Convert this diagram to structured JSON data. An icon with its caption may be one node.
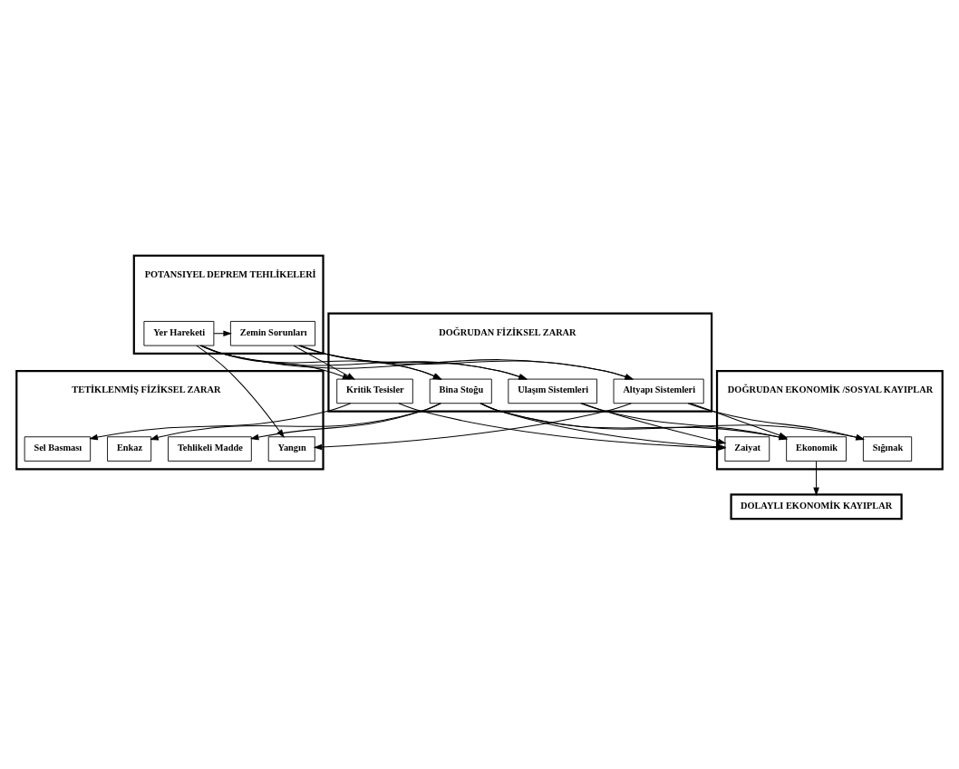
{
  "diagram": {
    "nodes": [
      {
        "text": [
          "POTANSIYEL DEPREM TEHLİKELERİ"
        ]
      },
      {
        "text": [
          "Yer Hareketi"
        ],
        "in": 0
      },
      {
        "text": [
          "Zemin Sorunları"
        ],
        "in": 0
      },
      {
        "text": [
          "DOĞRUDAN FİZİKSEL ZARAR"
        ]
      },
      {
        "text": [
          "Bina Stoğu"
        ],
        "in": 3
      },
      {
        "text": [
          "Kritik Tesisler"
        ],
        "in": 3
      },
      {
        "text": [
          "Ulaşım Sistemleri"
        ],
        "in": 3
      },
      {
        "text": [
          "Altyapı Sistemleri"
        ],
        "in": 3
      },
      {
        "text": [
          "TETİKLENMİŞ FİZİKSEL ZARAR"
        ]
      },
      {
        "text": [
          "Sel Basması"
        ],
        "in": 8
      },
      {
        "text": [
          "Yangın"
        ],
        "in": 8
      },
      {
        "text": [
          "Tehlikeli Madde"
        ],
        "in": 8
      },
      {
        "text": [
          "Enkaz"
        ],
        "in": 8
      },
      {
        "text": [
          "DOĞRUDAN EKONOMİK /SOSYAL KAYIPLAR"
        ]
      },
      {
        "text": [
          "Zaiyat"
        ],
        "in": 13
      },
      {
        "text": [
          "Sığınak"
        ],
        "in": 13
      },
      {
        "text": [
          "Ekonomik"
        ],
        "in": 13
      },
      {
        "text": [
          "DOLAYLI EKONOMİK KAYIPLAR"
        ]
      }
    ],
    "edges": [
      {
        "from": 1,
        "to": 2,
        "arrow": "to"
      },
      {
        "from": 1,
        "to": 4,
        "arrow": "to"
      },
      {
        "from": 1,
        "to": 5,
        "arrow": "to"
      },
      {
        "from": 1,
        "to": 6,
        "arrow": "to"
      },
      {
        "from": 1,
        "to": 7,
        "arrow": "to"
      },
      {
        "from": 2,
        "to": 4,
        "arrow": "to"
      },
      {
        "from": 2,
        "to": 5,
        "arrow": "to"
      },
      {
        "from": 2,
        "to": 6,
        "arrow": "to"
      },
      {
        "from": 2,
        "to": 7,
        "arrow": "to"
      },
      {
        "from": 1,
        "to": 10,
        "arrow": "to"
      },
      {
        "from": 5,
        "to": 9,
        "arrow": "to"
      },
      {
        "from": 5,
        "to": 14,
        "arrow": "to"
      },
      {
        "from": 4,
        "to": 11,
        "arrow": "to"
      },
      {
        "from": 4,
        "to": 12,
        "arrow": "to"
      },
      {
        "from": 4,
        "to": 14,
        "arrow": "to"
      },
      {
        "from": 4,
        "to": 15,
        "arrow": "to"
      },
      {
        "from": 4,
        "to": 16,
        "arrow": "to"
      },
      {
        "from": 6,
        "to": 14,
        "arrow": "to"
      },
      {
        "from": 6,
        "to": 16,
        "arrow": "to"
      },
      {
        "from": 7,
        "to": 10,
        "arrow": "to"
      },
      {
        "from": 7,
        "to": 15,
        "arrow": "to"
      },
      {
        "from": 7,
        "to": 16,
        "arrow": "to"
      },
      {
        "from": 16,
        "to": 17,
        "arrow": "to"
      }
    ]
  }
}
